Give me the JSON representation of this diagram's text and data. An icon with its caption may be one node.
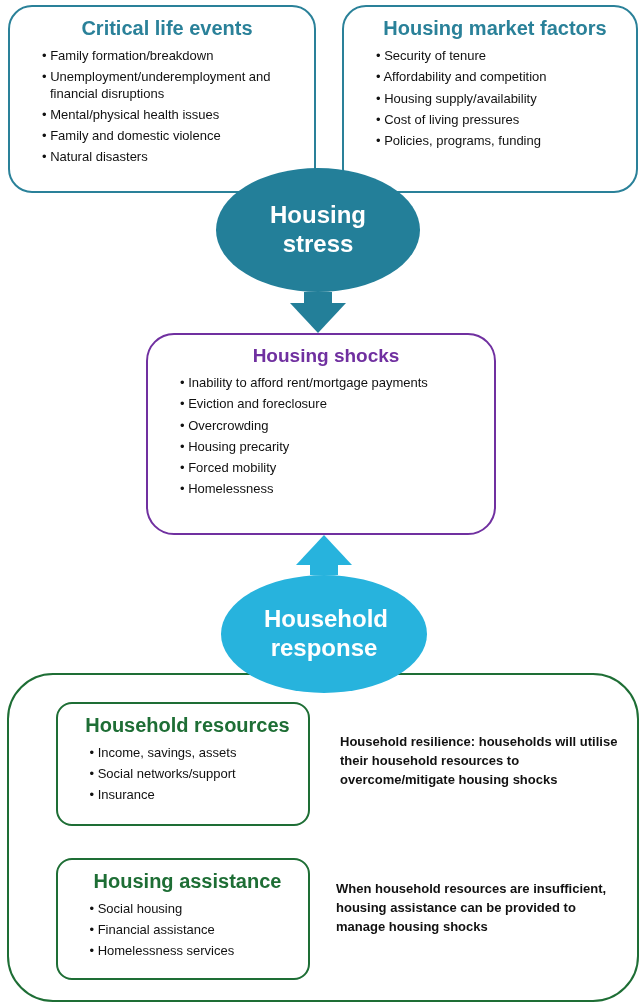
{
  "diagram": {
    "nodes": [
      {
        "text": [
          "Critical life events",
          "• Family formation/breakdown",
          "• Unemployment/underemployment and financial disruptions",
          "• Mental/physical health issues",
          "• Family and domestic violence",
          "• Natural disasters"
        ]
      },
      {
        "text": [
          "Housing market factors",
          "• Security of tenure",
          "• Affordability and competition",
          "• Housing supply/availability",
          "• Cost of living pressures",
          "• Policies, programs, funding"
        ]
      },
      {
        "text": [
          "Housing stress"
        ]
      },
      {
        "text": [
          "Housing shocks",
          "• Inability to afford rent/mortgage payments",
          "• Eviction and foreclosure",
          "• Overcrowding",
          "• Housing precarity",
          "• Forced mobility",
          "• Homelessness"
        ]
      },
      {
        "text": [
          "Household response"
        ]
      },
      {
        "text": [],
        "shape": "box"
      },
      {
        "text": [
          "Household resources",
          "• Income, savings, assets",
          "• Social networks/support",
          "• Insurance"
        ],
        "in": 5
      },
      {
        "text": [
          "Housing assistance",
          "• Social housing",
          "• Financial assistance",
          "• Homelessness services"
        ],
        "in": 5
      }
    ],
    "edges": [
      {
        "from": 2,
        "to": 3,
        "arrow": "to",
        "color": "#237f99"
      },
      {
        "from": 4,
        "to": 3,
        "arrow": "to",
        "color": "#27b3dd"
      }
    ],
    "labels": [
      "Household resilience: households will utilise their household resources to overcome/mitigate housing shocks",
      "When household resources are insufficient, housing assistance can be provided to manage housing shocks"
    ]
  }
}
